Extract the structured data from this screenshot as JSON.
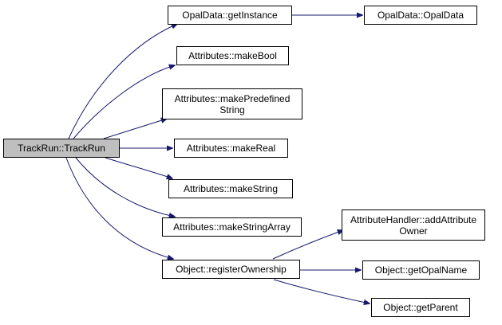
{
  "graph": {
    "edge_color": "#191970",
    "root_fill": "#bfbfbf",
    "nodes": {
      "trackrun": "TrackRun::TrackRun",
      "getinstance": "OpalData::getInstance",
      "opaldata": "OpalData::OpalData",
      "makebool": "Attributes::makeBool",
      "makepredefined": "Attributes::makePredefined\nString",
      "makereal": "Attributes::makeReal",
      "makestring": "Attributes::makeString",
      "makestringarray": "Attributes::makeStringArray",
      "registerownership": "Object::registerOwnership",
      "addattributeowner": "AttributeHandler::addAttribute\nOwner",
      "getopalname": "Object::getOpalName",
      "getparent": "Object::getParent"
    }
  }
}
